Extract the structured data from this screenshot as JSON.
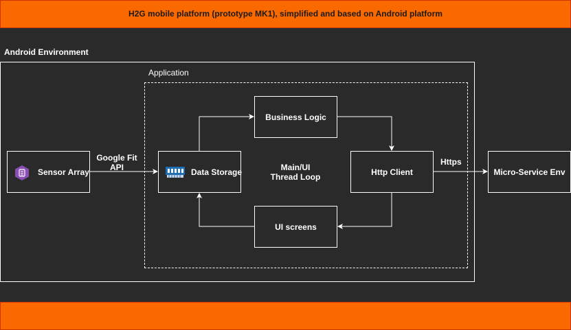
{
  "header": {
    "title": "H2G mobile platform (prototype MK1), simplified and based on Android platform"
  },
  "containers": {
    "android_environment": "Android Environment",
    "application": "Application"
  },
  "nodes": {
    "sensor_array": "Sensor Array",
    "data_storage": "Data Storage",
    "business_logic": "Business Logic",
    "http_client": "Http Client",
    "ui_screens": "UI screens",
    "micro_service_env": "Micro-Service Env"
  },
  "center": {
    "line1": "Main/UI",
    "line2": "Thread Loop"
  },
  "edges": {
    "google_fit_line1": "Google Fit",
    "google_fit_line2": "API",
    "https": "Https"
  },
  "icons": {
    "sensor": "sensor-chip-icon",
    "storage": "memory-chip-icon"
  },
  "colors": {
    "banner": "#fa6800",
    "background": "#2a2a2a",
    "stroke": "#ffffff",
    "sensor_icon": "#8c4fb1",
    "storage_icon": "#1f6fb5"
  }
}
